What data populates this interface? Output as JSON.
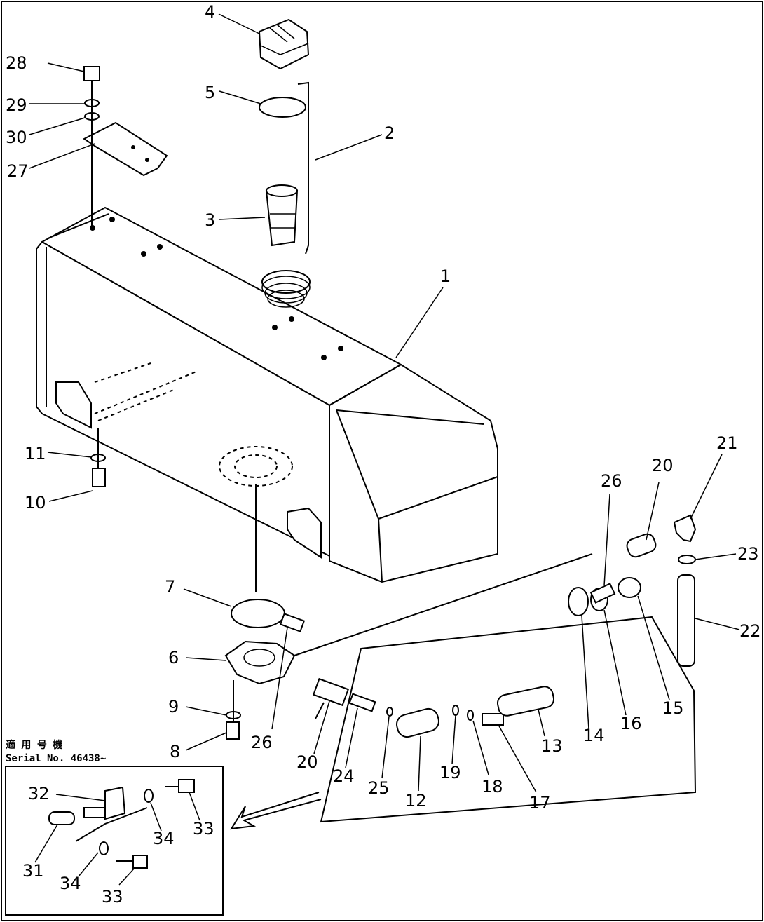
{
  "diagram": {
    "inset": {
      "serial_caption_jp": "適 用 号 機",
      "serial_caption": "Serial No. 46438~"
    },
    "parts": [
      {
        "id": "28",
        "label": "28"
      },
      {
        "id": "29",
        "label": "29"
      },
      {
        "id": "30",
        "label": "30"
      },
      {
        "id": "27",
        "label": "27"
      },
      {
        "id": "4",
        "label": "4"
      },
      {
        "id": "5",
        "label": "5"
      },
      {
        "id": "2",
        "label": "2"
      },
      {
        "id": "3",
        "label": "3"
      },
      {
        "id": "1",
        "label": "1"
      },
      {
        "id": "11",
        "label": "11"
      },
      {
        "id": "10",
        "label": "10"
      },
      {
        "id": "7",
        "label": "7"
      },
      {
        "id": "6",
        "label": "6"
      },
      {
        "id": "9",
        "label": "9"
      },
      {
        "id": "8",
        "label": "8"
      },
      {
        "id": "26a",
        "label": "26"
      },
      {
        "id": "20a",
        "label": "20"
      },
      {
        "id": "24",
        "label": "24"
      },
      {
        "id": "25",
        "label": "25"
      },
      {
        "id": "12",
        "label": "12"
      },
      {
        "id": "19",
        "label": "19"
      },
      {
        "id": "18",
        "label": "18"
      },
      {
        "id": "17",
        "label": "17"
      },
      {
        "id": "13",
        "label": "13"
      },
      {
        "id": "14",
        "label": "14"
      },
      {
        "id": "16",
        "label": "16"
      },
      {
        "id": "15",
        "label": "15"
      },
      {
        "id": "26b",
        "label": "26"
      },
      {
        "id": "20b",
        "label": "20"
      },
      {
        "id": "21",
        "label": "21"
      },
      {
        "id": "23",
        "label": "23"
      },
      {
        "id": "22",
        "label": "22"
      },
      {
        "id": "32",
        "label": "32"
      },
      {
        "id": "34a",
        "label": "34"
      },
      {
        "id": "33a",
        "label": "33"
      },
      {
        "id": "31",
        "label": "31"
      },
      {
        "id": "34b",
        "label": "34"
      },
      {
        "id": "33b",
        "label": "33"
      }
    ]
  }
}
